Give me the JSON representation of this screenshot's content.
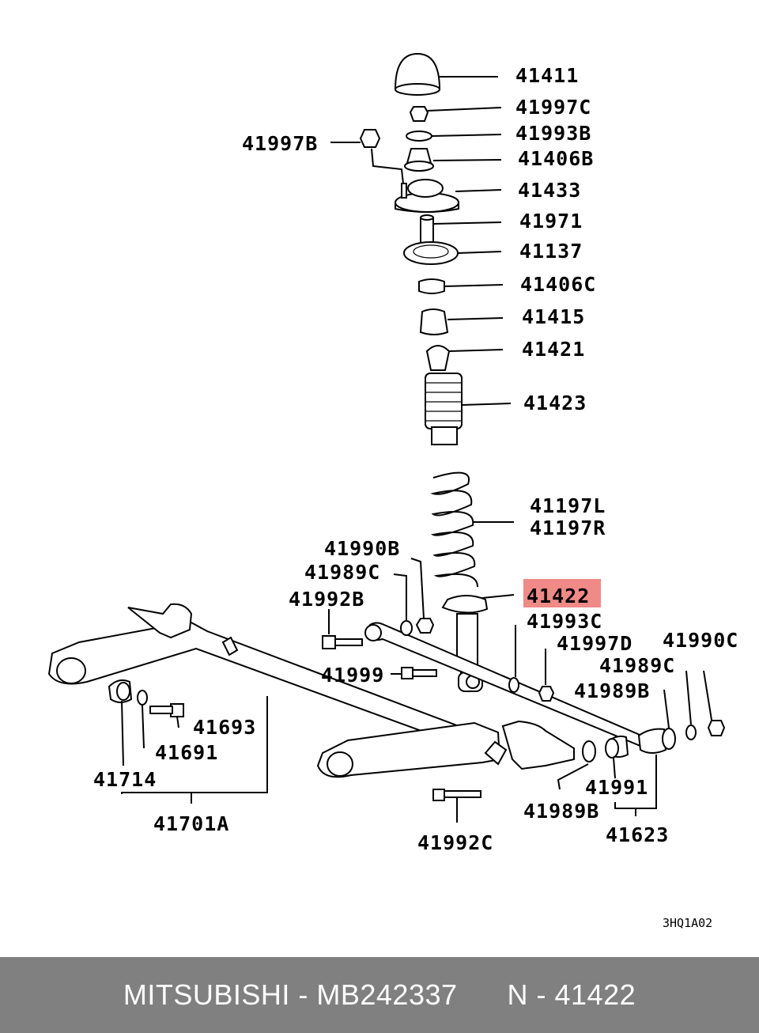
{
  "highlight_color": "#f08a86",
  "footer": {
    "text": "MITSUBISHI - MB242337      N - 41422",
    "bg_color": "#808080",
    "text_color": "#ffffff"
  },
  "diagram_code": "3HQ1A02",
  "labels": {
    "l41411": "41411",
    "l41997C": "41997C",
    "l41993B": "41993B",
    "l41406B": "41406B",
    "l41997B": "41997B",
    "l41433": "41433",
    "l41971": "41971",
    "l41137": "41137",
    "l41406C": "41406C",
    "l41415": "41415",
    "l41421": "41421",
    "l41423": "41423",
    "l41197L": "41197L",
    "l41197R": "41197R",
    "l41990B": "41990B",
    "l41989C_a": "41989C",
    "l41992B": "41992B",
    "l41422": "41422",
    "l41993C": "41993C",
    "l41997D": "41997D",
    "l41990C": "41990C",
    "l41989C_b": "41989C",
    "l41999": "41999",
    "l41989B_a": "41989B",
    "l41693": "41693",
    "l41691": "41691",
    "l41714": "41714",
    "l41701A": "41701A",
    "l41991": "41991",
    "l41989B_b": "41989B",
    "l41623": "41623",
    "l41992C": "41992C"
  }
}
